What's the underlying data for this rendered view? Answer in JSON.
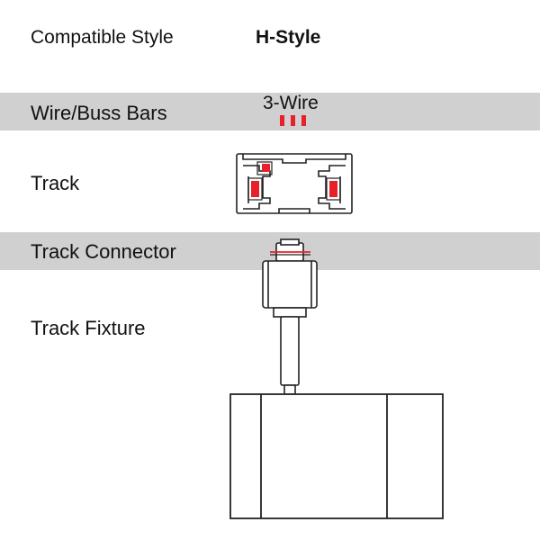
{
  "header": {
    "label": "Compatible Style",
    "value": "H-Style"
  },
  "rows": {
    "wire_buss_bars": {
      "label": "Wire/Buss Bars",
      "value": "3-Wire"
    },
    "track": {
      "label": "Track"
    },
    "track_connector": {
      "label": "Track Connector"
    },
    "track_fixture": {
      "label": "Track Fixture"
    }
  },
  "colors": {
    "band": "#d0d0d0",
    "accent": "#e8202a",
    "line": "#222222",
    "text": "#111111"
  }
}
